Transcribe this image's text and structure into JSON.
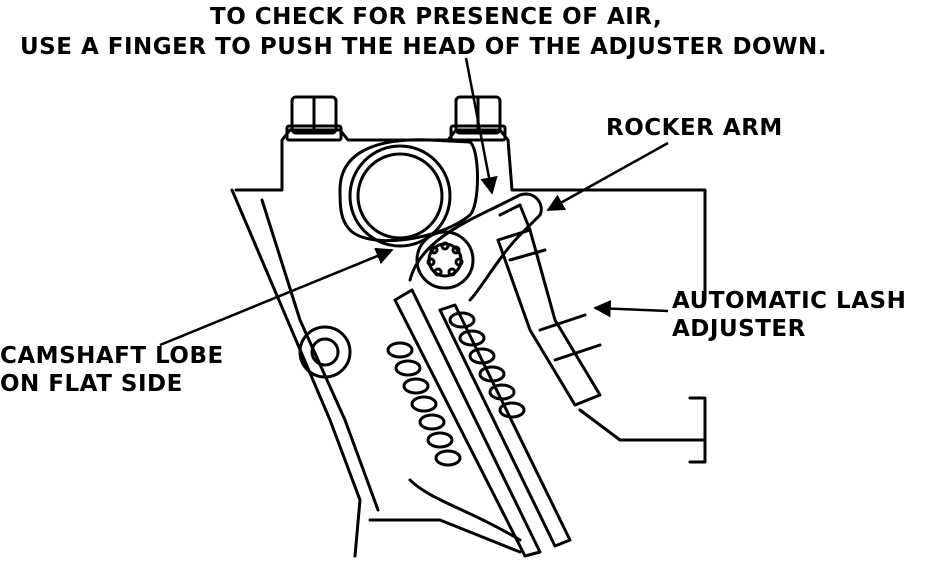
{
  "labels": {
    "top_line1": "TO CHECK FOR PRESENCE OF AIR,",
    "top_line2": "USE A FINGER TO PUSH THE HEAD OF THE ADJUSTER DOWN.",
    "rocker_arm": "ROCKER ARM",
    "lash_line1": "AUTOMATIC LASH",
    "lash_line2": "ADJUSTER",
    "cam_line1": "CAMSHAFT LOBE",
    "cam_line2": "ON FLAT SIDE"
  },
  "colors": {
    "ink": "#000000",
    "paper": "#ffffff"
  }
}
